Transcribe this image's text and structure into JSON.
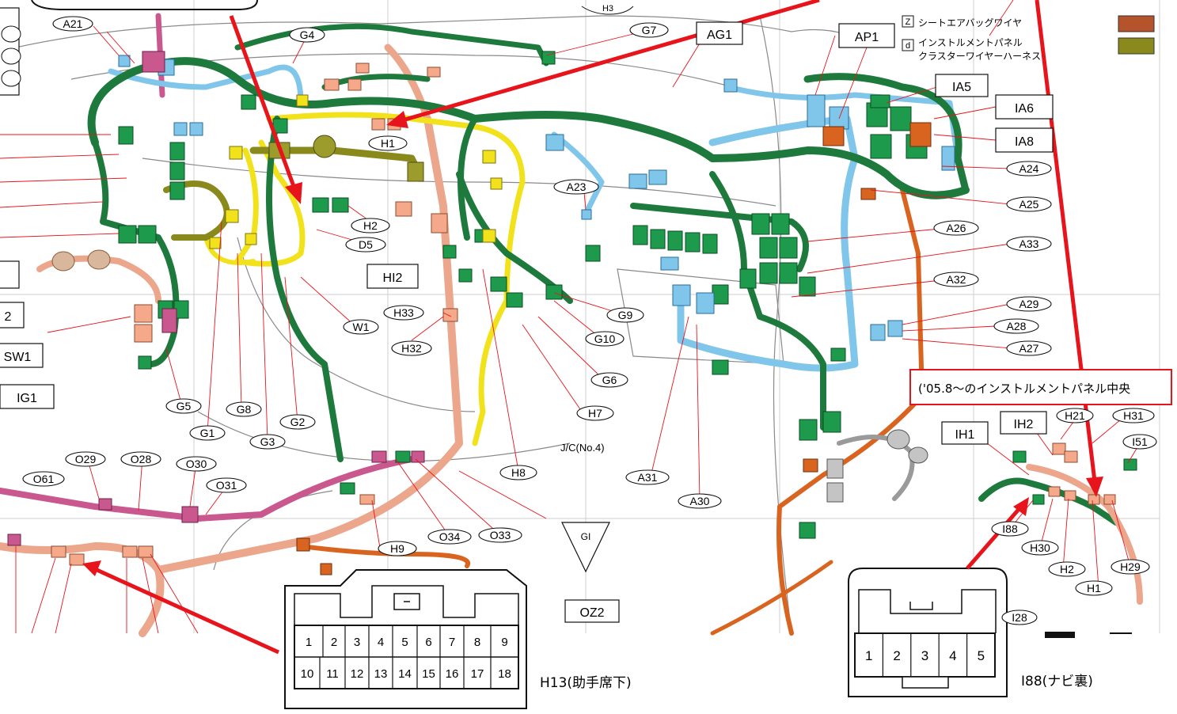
{
  "legend": [
    {
      "letter": "Z",
      "label": "シートエアバッグワイヤ",
      "color": "#b5532c"
    },
    {
      "letter": "d",
      "label": "インストルメントパネル",
      "label2": "クラスターワイヤーハーネス",
      "color": "#8a8a1c"
    }
  ],
  "boxed_labels": {
    "AG1": "AG1",
    "AP1": "AP1",
    "IA5": "IA5",
    "IA6": "IA6",
    "IA8": "IA8",
    "HI2": "HI2",
    "IH1": "IH1",
    "IH2": "IH2",
    "OZ2": "OZ2",
    "IG1": "IG1",
    "SW1": "SW1",
    "k2": "2"
  },
  "oval_labels": {
    "A21": "A21",
    "G4": "G4",
    "G7": "G7",
    "H1": "H1",
    "H2": "H2",
    "D5": "D5",
    "A23": "A23",
    "A24": "A24",
    "A25": "A25",
    "A26": "A26",
    "A33": "A33",
    "A32": "A32",
    "A29": "A29",
    "A28": "A28",
    "A27": "A27",
    "H33": "H33",
    "H32": "H32",
    "W1": "W1",
    "G9": "G9",
    "G10": "G10",
    "G6": "G6",
    "H7": "H7",
    "G5": "G5",
    "G8": "G8",
    "G1": "G1",
    "G3": "G3",
    "G2": "G2",
    "H8": "H8",
    "A31": "A31",
    "A30": "A30",
    "O29": "O29",
    "O28": "O28",
    "O30": "O30",
    "O61": "O61",
    "O31": "O31",
    "H9": "H9",
    "O34": "O34",
    "O33": "O33",
    "H21": "H21",
    "H31": "H31",
    "I51": "I51",
    "I88": "I88",
    "H30": "H30",
    "H2b": "H2",
    "H29": "H29",
    "H1b": "H1",
    "I28": "I28"
  },
  "plain_labels": {
    "jc": "J/C(No.4)",
    "h3": "H3",
    "gi": "GI"
  },
  "note_box": "('05.8～のインストルメントパネル中央",
  "connector_h13": {
    "caption": "H13(助手席下)",
    "pins_top": [
      "1",
      "2",
      "3",
      "4",
      "5",
      "6",
      "7",
      "8",
      "9"
    ],
    "pins_bottom": [
      "10",
      "11",
      "12",
      "13",
      "14",
      "15",
      "16",
      "17",
      "18"
    ]
  },
  "connector_i88": {
    "caption": "I88(ナビ裏)",
    "pins": [
      "1",
      "2",
      "3",
      "4",
      "5"
    ]
  },
  "colors": {
    "green": "#1d7a3c",
    "light_blue": "#7fc6ea",
    "yellow": "#f2e21c",
    "salmon": "#eba68c",
    "orange": "#d96420",
    "pink": "#c9588f",
    "olive": "#8a8a1c",
    "red_arrow": "#e8141b"
  }
}
